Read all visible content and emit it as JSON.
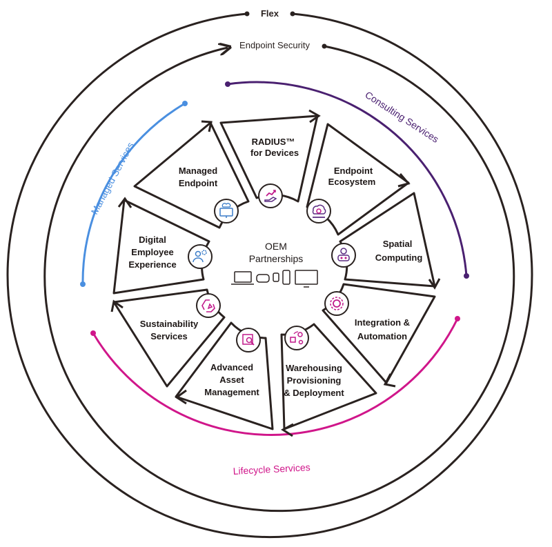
{
  "outer_labels": {
    "flex": "Flex",
    "endpoint_security": "Endpoint Security"
  },
  "arc_labels": {
    "managed_services": "Managed Services",
    "consulting_services": "Consulting Services",
    "lifecycle_services": "Lifecycle Services"
  },
  "center": {
    "line1": "OEM",
    "line2": "Partnerships"
  },
  "segments": [
    {
      "lines": [
        "RADIUS™",
        "for Devices"
      ],
      "icon": "hand-graph-icon"
    },
    {
      "lines": [
        "Endpoint",
        "Ecosystem"
      ],
      "icon": "cloud-laptop-icon"
    },
    {
      "lines": [
        "Spatial",
        "Computing"
      ],
      "icon": "vr-headset-icon"
    },
    {
      "lines": [
        "Integration &",
        "Automation"
      ],
      "icon": "gear-cycle-icon"
    },
    {
      "lines": [
        "Warehousing",
        "Provisioning",
        "& Deployment"
      ],
      "icon": "delivery-icon"
    },
    {
      "lines": [
        "Advanced",
        "Asset",
        "Management"
      ],
      "icon": "asset-search-icon"
    },
    {
      "lines": [
        "Sustainability",
        "Services"
      ],
      "icon": "recycle-icon"
    },
    {
      "lines": [
        "Digital",
        "Employee",
        "Experience"
      ],
      "icon": "employee-gear-icon"
    },
    {
      "lines": [
        "Managed",
        "Endpoint"
      ],
      "icon": "monitor-cloud-icon"
    }
  ],
  "colors": {
    "ring": "#2a2220",
    "managed_services": "#4a8fe0",
    "consulting_services": "#4a2070",
    "lifecycle_services": "#d0168a",
    "icon_accent": "#c0188a",
    "icon_blue": "#3a7cc8",
    "icon_purple": "#5a2a80"
  }
}
